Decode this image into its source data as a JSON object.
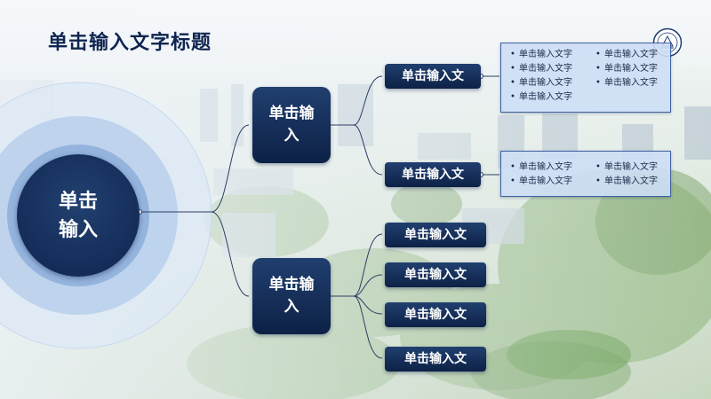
{
  "title": "单击输入文字标题",
  "center": {
    "text": "单击输入"
  },
  "branches": [
    {
      "text": "单击输入",
      "leaves": [
        "单击输入文",
        "单击输入文"
      ]
    },
    {
      "text": "单击输入",
      "leaves": [
        "单击输入文",
        "单击输入文",
        "单击输入文",
        "单击输入文"
      ]
    }
  ],
  "panels": [
    {
      "col1": [
        "单击输入文字",
        "单击输入文字",
        "单击输入文字",
        "单击输入文字"
      ],
      "col2": [
        "单击输入文字",
        "单击输入文字",
        "单击输入文字"
      ]
    },
    {
      "col1": [
        "单击输入文字",
        "单击输入文字"
      ],
      "col2": [
        "单击输入文字",
        "单击输入文字"
      ]
    }
  ],
  "bullet": "•",
  "colors": {
    "node": "#132a55",
    "title": "#0f2550",
    "connector": "#2b3f63",
    "panel_border": "#3f63a3"
  }
}
